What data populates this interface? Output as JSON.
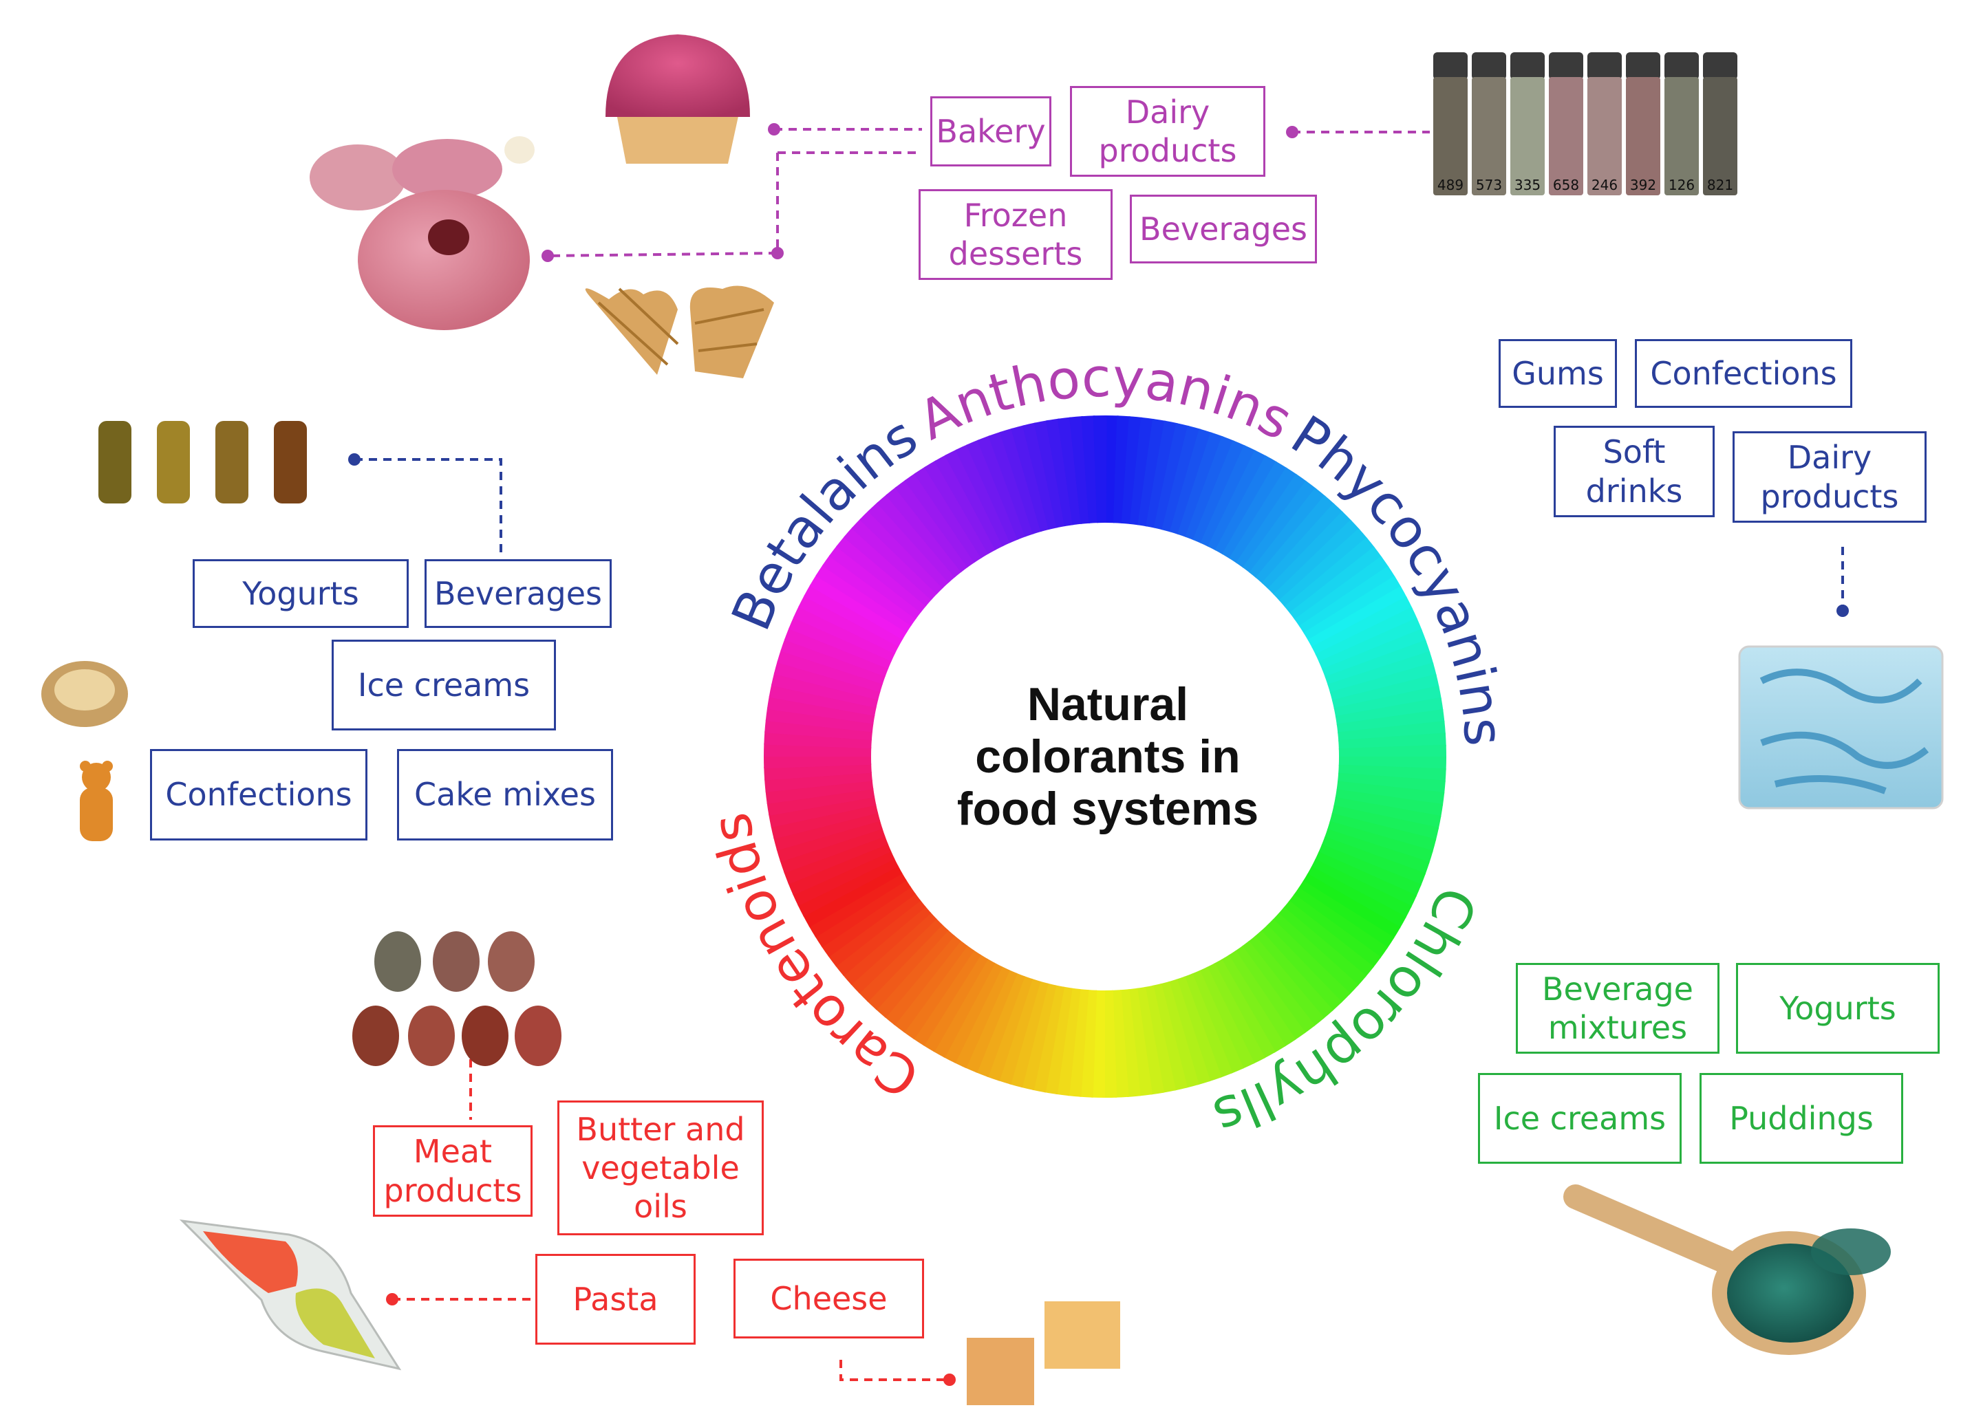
{
  "center_title": "Natural\ncolorants in\nfood systems",
  "colors": {
    "anthocyanins": "#b040b0",
    "phycocyanins": "#2a3f9a",
    "chlorophylls": "#28b040",
    "carotenoids": "#f03030",
    "betalains": "#2a3f9a"
  },
  "groups": [
    {
      "id": "anthocyanins",
      "label": "Anthocyanins",
      "applications": [
        "Bakery",
        "Dairy\nproducts",
        "Frozen\ndesserts",
        "Beverages"
      ]
    },
    {
      "id": "phycocyanins",
      "label": "Phycocyanins",
      "applications": [
        "Gums",
        "Confections",
        "Soft\ndrinks",
        "Dairy\nproducts"
      ]
    },
    {
      "id": "chlorophylls",
      "label": "Chlorophylls",
      "applications": [
        "Beverage\nmixtures",
        "Yogurts",
        "Ice creams",
        "Puddings"
      ]
    },
    {
      "id": "carotenoids",
      "label": "Carotenoids",
      "applications": [
        "Meat\nproducts",
        "Butter and\nvegetable\noils",
        "Pasta",
        "Cheese"
      ]
    },
    {
      "id": "betalains",
      "label": "Betalains",
      "applications": [
        "Yogurts",
        "Beverages",
        "Ice creams",
        "Confections",
        "Cake mixes"
      ]
    }
  ],
  "vial_labels": [
    "489",
    "573",
    "335",
    "658",
    "246",
    "392",
    "126",
    "821"
  ]
}
